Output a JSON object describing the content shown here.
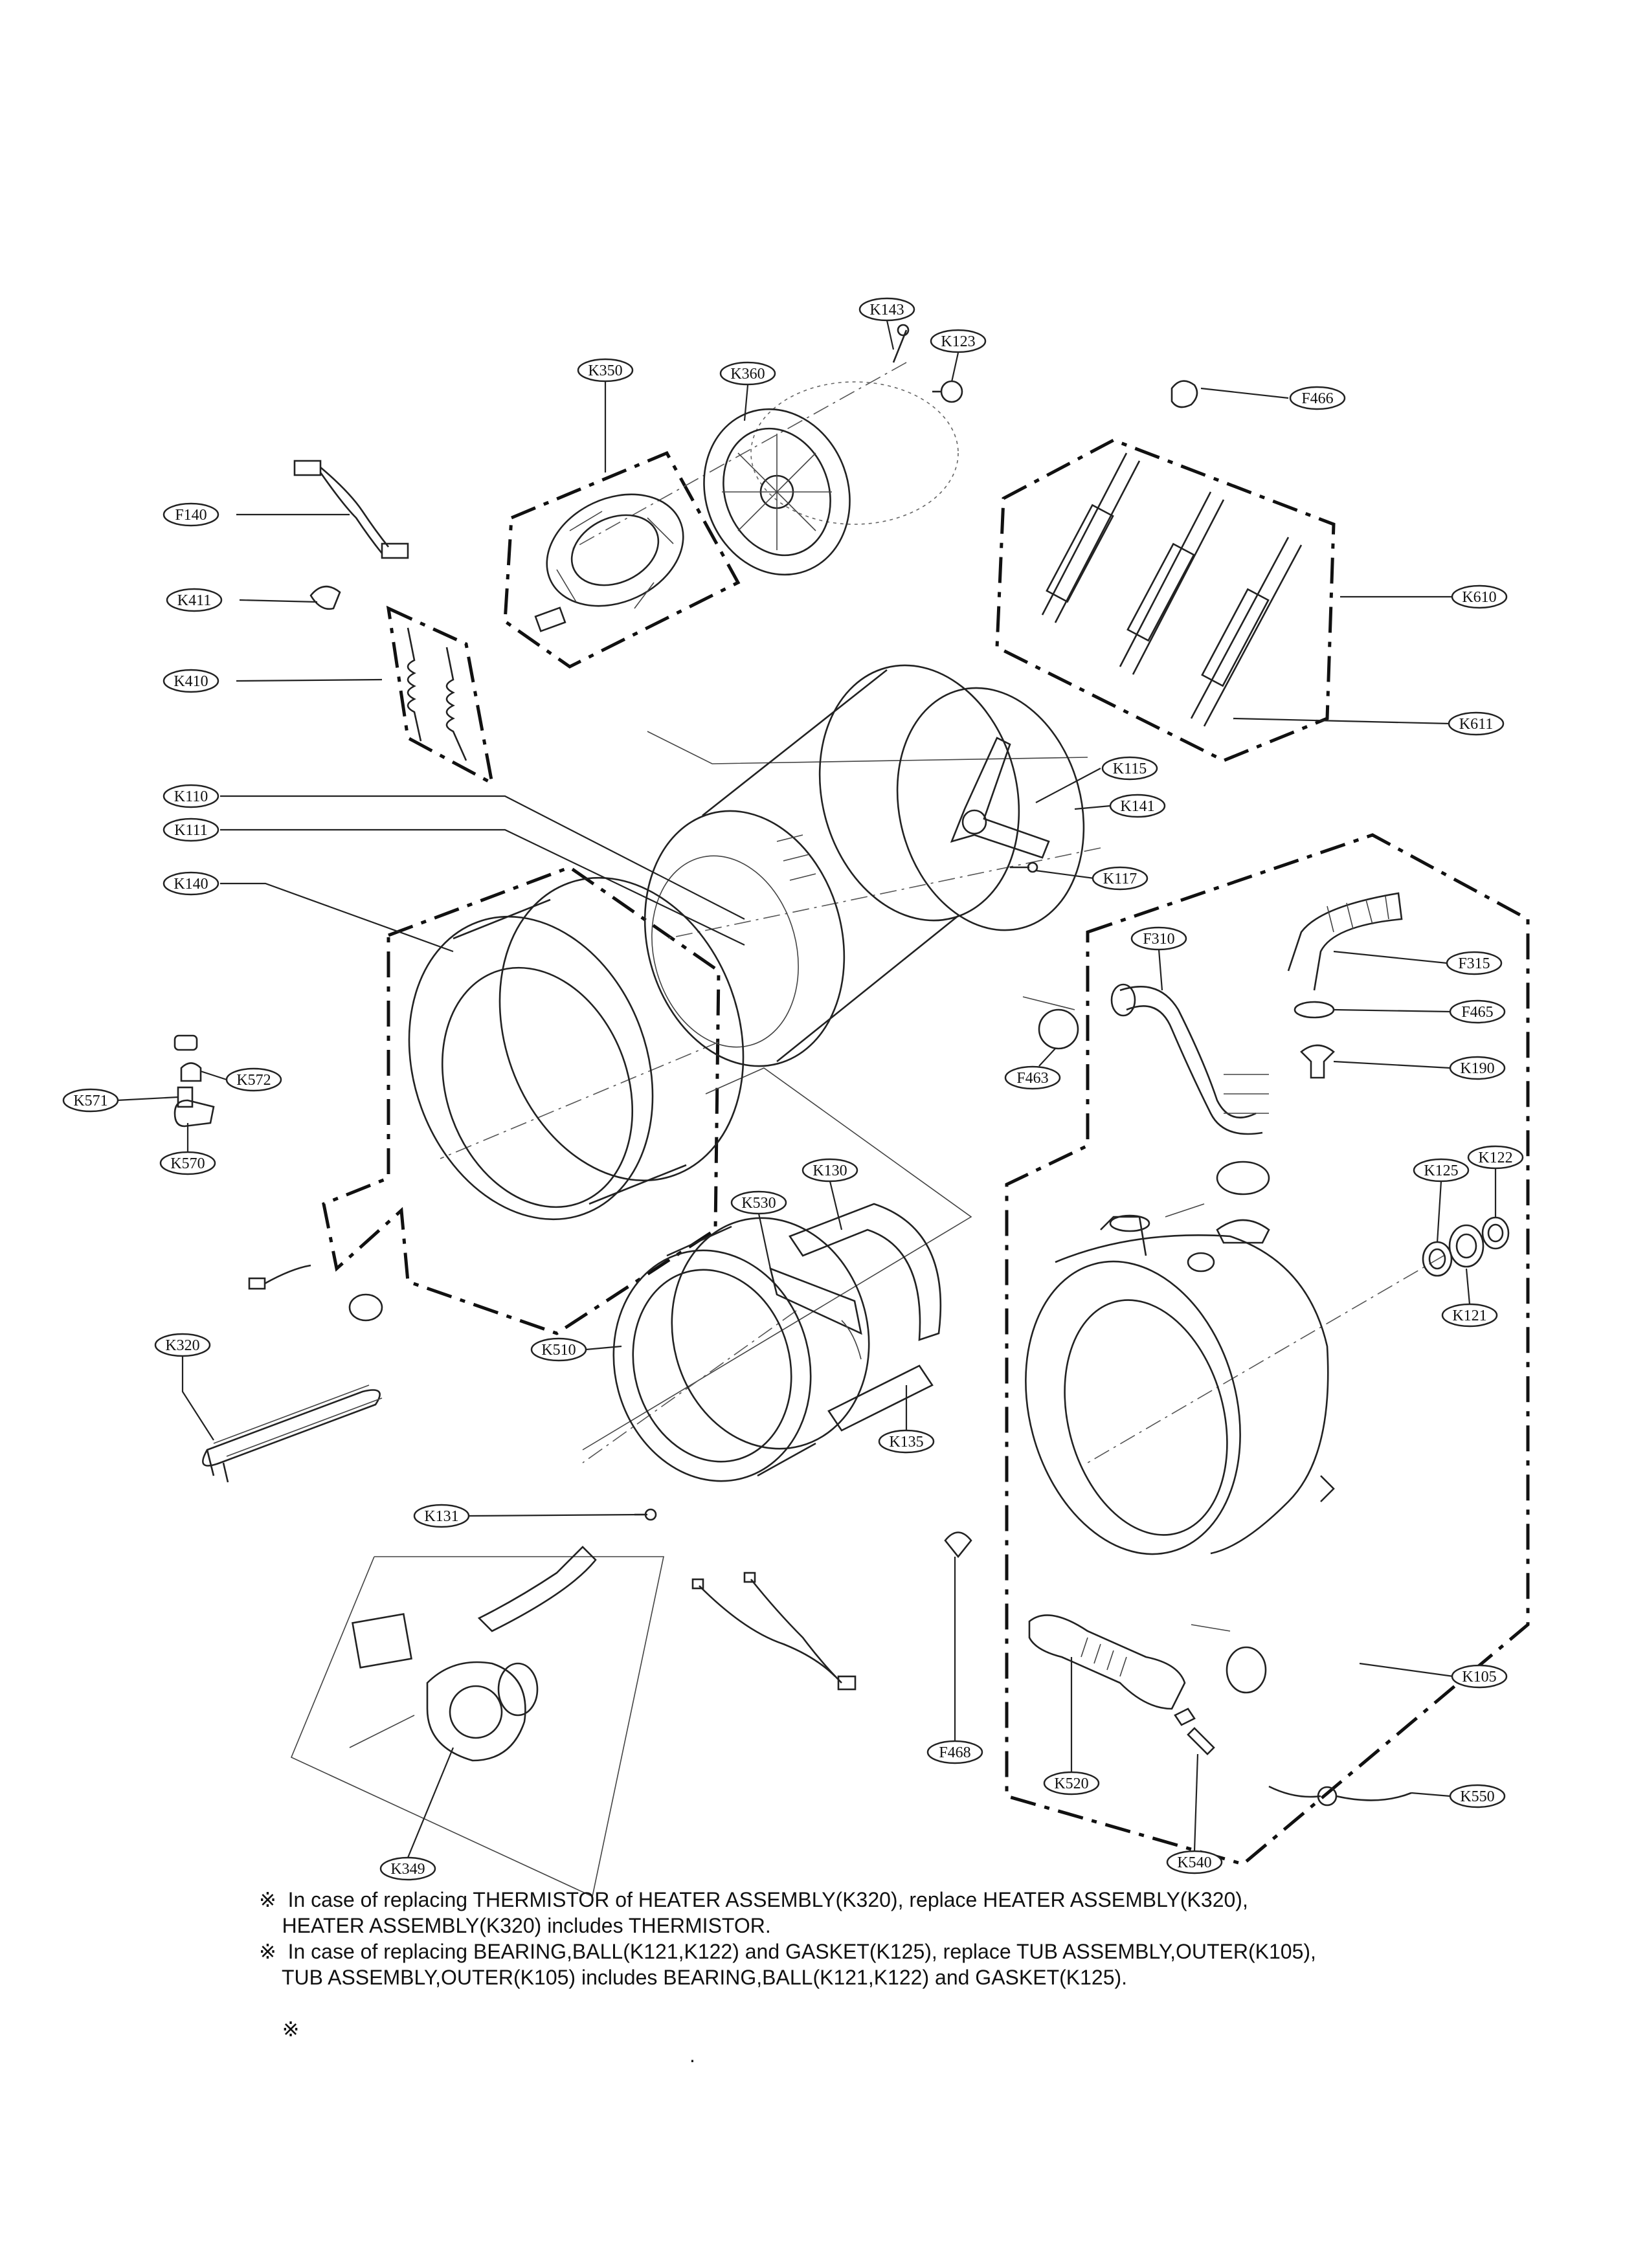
{
  "callouts": {
    "K143": "K143",
    "K123": "K123",
    "K350": "K350",
    "K360": "K360",
    "F466": "F466",
    "F140": "F140",
    "K411": "K411",
    "K410": "K410",
    "K610": "K610",
    "K611": "K611",
    "K115": "K115",
    "K141": "K141",
    "K110": "K110",
    "K111": "K111",
    "K117": "K117",
    "K140": "K140",
    "F310": "F310",
    "F315": "F315",
    "F465": "F465",
    "F463": "F463",
    "K190": "K190",
    "K572": "K572",
    "K571": "K571",
    "K570": "K570",
    "K130": "K130",
    "K530": "K530",
    "K125": "K125",
    "K122": "K122",
    "K121": "K121",
    "K320": "K320",
    "K510": "K510",
    "K135": "K135",
    "K131": "K131",
    "F468": "F468",
    "K105": "K105",
    "K520": "K520",
    "K550": "K550",
    "K540": "K540",
    "K349": "K349"
  },
  "notes": [
    "※  In case of replacing THERMISTOR of HEATER ASSEMBLY(K320), replace HEATER ASSEMBLY(K320),",
    "    HEATER ASSEMBLY(K320) includes THERMISTOR.",
    "※  In case of replacing BEARING,BALL(K121,K122) and GASKET(K125), replace TUB ASSEMBLY,OUTER(K105),",
    "    TUB ASSEMBLY,OUTER(K105) includes BEARING,BALL(K121,K122) and GASKET(K125).",
    "※",
    "."
  ]
}
